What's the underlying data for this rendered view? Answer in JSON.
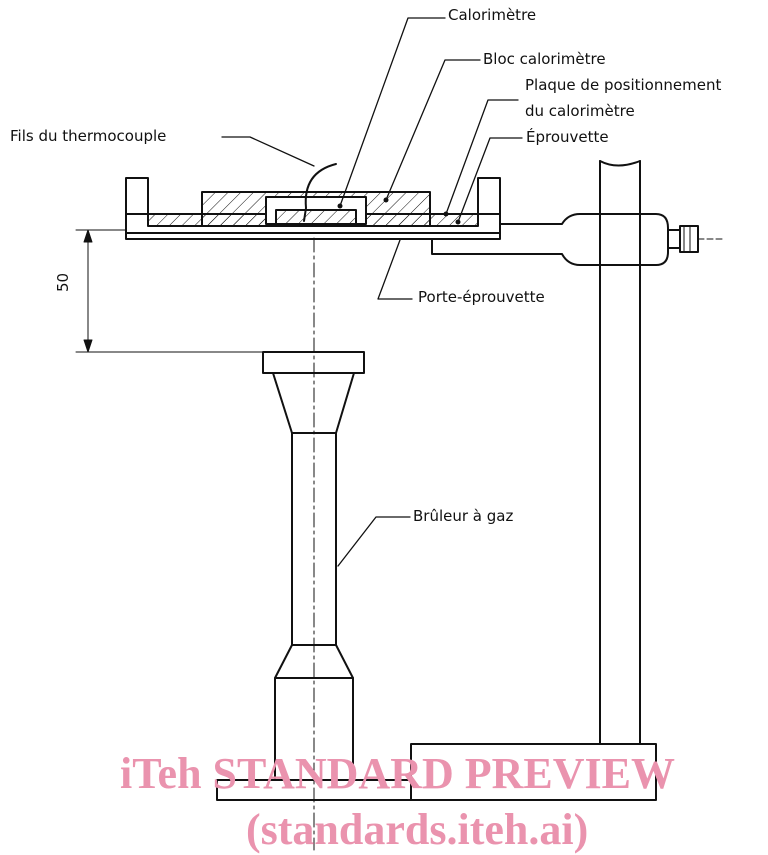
{
  "labels": {
    "calorimetre": "Calorimètre",
    "bloc_calorimetre": "Bloc calorimètre",
    "plaque_line1": "Plaque de positionnement",
    "plaque_line2": "du calorimètre",
    "eprouvette": "Éprouvette",
    "fils_thermocouple": "Fils du thermocouple",
    "porte_eprouvette": "Porte-éprouvette",
    "bruleur": "Brûleur à gaz",
    "dimension": "50"
  },
  "watermark": {
    "line1": "iTeh STANDARD PREVIEW",
    "line2": "(standards.iteh.ai)",
    "color": "#ea93ae"
  },
  "colors": {
    "ink": "#111111",
    "paper": "#ffffff"
  }
}
